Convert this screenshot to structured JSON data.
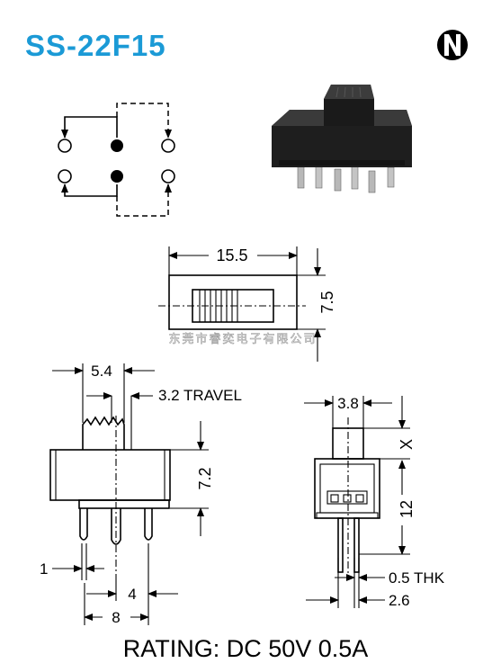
{
  "header": {
    "model": "SS-22F15",
    "logo_letter": "N"
  },
  "watermark": "东莞市睿奕电子有限公司",
  "top_view": {
    "length": "15.5",
    "width": "7.5"
  },
  "side_view": {
    "actuator_width": "5.4",
    "travel": "3.2 TRAVEL",
    "body_height": "7.2",
    "pin_width": "1",
    "pin_pitch": "4",
    "pin_span": "8"
  },
  "end_view": {
    "actuator_width": "3.8",
    "actuator_height": "X",
    "overall_height": "12",
    "thickness": "0.5 THK",
    "pin_spacing": "2.6"
  },
  "rating": "RATING: DC 50V 0.5A",
  "colors": {
    "title": "#1b9ad6",
    "line": "#000000",
    "watermark": "#9a9a9a"
  }
}
